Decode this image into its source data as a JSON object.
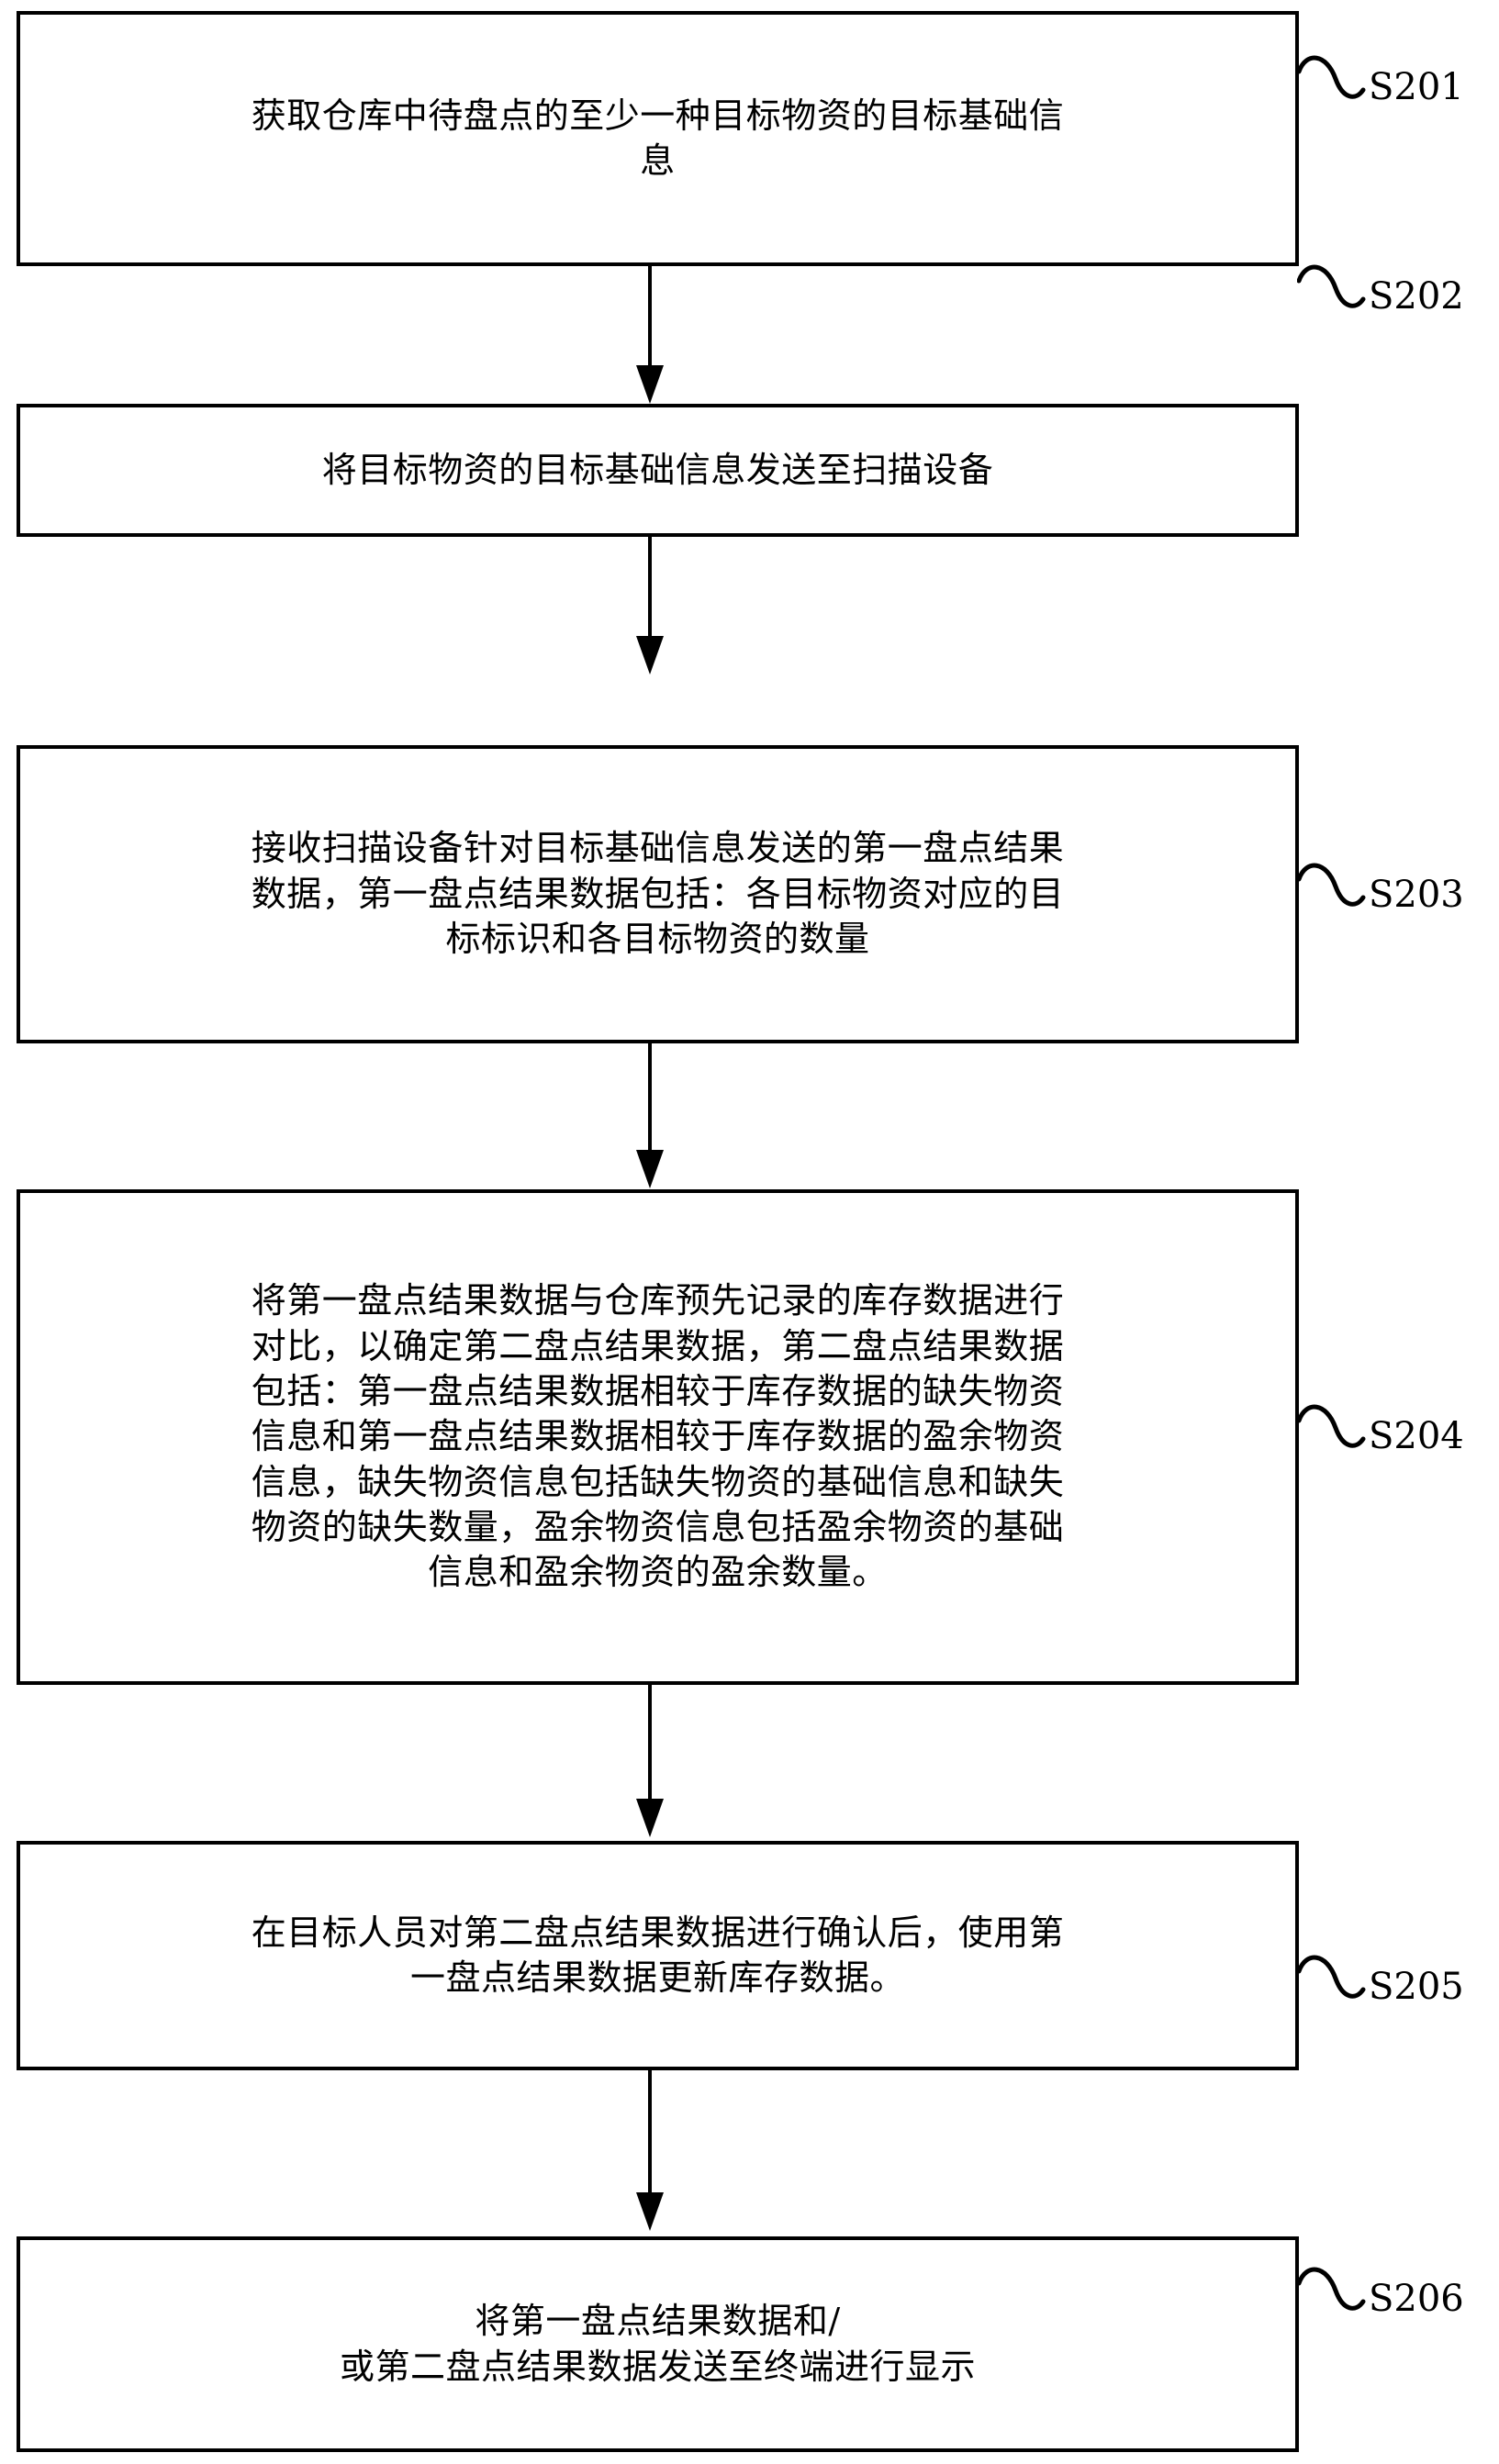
{
  "figure": {
    "type": "flowchart",
    "orientation": "vertical",
    "accent_color": "#000000",
    "background_color": "#ffffff"
  },
  "steps": [
    {
      "id": "S201",
      "text": "获取仓库中待盘点的至少一种目标物资的目标基础信\n息"
    },
    {
      "id": "S202",
      "text": "将目标物资的目标基础信息发送至扫描设备"
    },
    {
      "id": "S203",
      "text": "接收扫描设备针对目标基础信息发送的第一盘点结果\n数据，第一盘点结果数据包括：各目标物资对应的目\n标标识和各目标物资的数量"
    },
    {
      "id": "S204",
      "text": "将第一盘点结果数据与仓库预先记录的库存数据进行\n对比，以确定第二盘点结果数据，第二盘点结果数据\n包括：第一盘点结果数据相较于库存数据的缺失物资\n信息和第一盘点结果数据相较于库存数据的盈余物资\n信息，缺失物资信息包括缺失物资的基础信息和缺失\n物资的缺失数量，盈余物资信息包括盈余物资的基础\n信息和盈余物资的盈余数量。"
    },
    {
      "id": "S205",
      "text": "在目标人员对第二盘点结果数据进行确认后，使用第\n一盘点结果数据更新库存数据。"
    },
    {
      "id": "S206",
      "text": "将第一盘点结果数据和/\n或第二盘点结果数据发送至终端进行显示"
    }
  ],
  "connectors": [
    {
      "from": "S201",
      "to": "S202"
    },
    {
      "from": "S202",
      "to": "S203"
    },
    {
      "from": "S203",
      "to": "S204"
    },
    {
      "from": "S204",
      "to": "S205"
    },
    {
      "from": "S205",
      "to": "S206"
    }
  ]
}
